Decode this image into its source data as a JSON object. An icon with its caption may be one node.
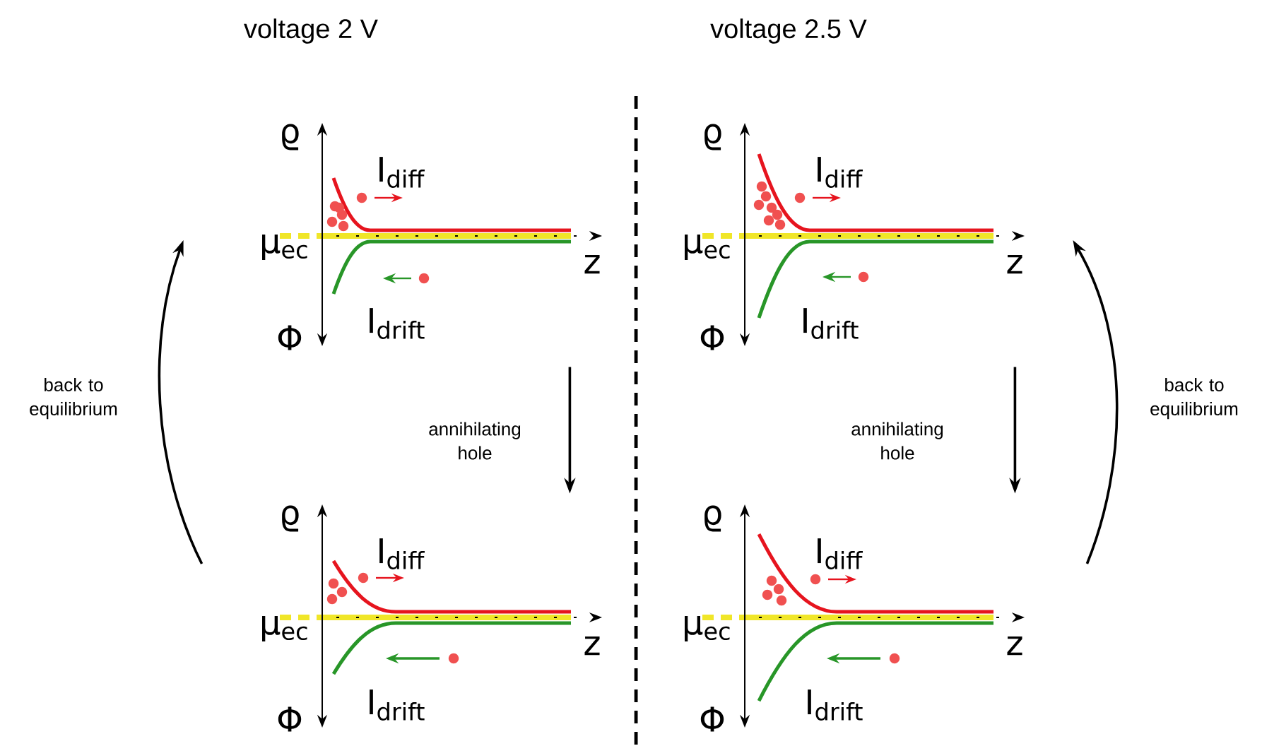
{
  "diagram": {
    "nodes": [
      {
        "text": [
          "ϱ",
          "I$_{diff}$",
          "μ$_{ec}$",
          "z",
          "I$_{drift}$",
          "Φ"
        ]
      },
      {
        "text": [
          "ϱ",
          "I$_{diff}$",
          "μ$_{ec}$",
          "z",
          "I$_{drift}$",
          "Φ"
        ]
      },
      {
        "text": [
          "ϱ",
          "I$_{diff}$",
          "μ$_{ec}$",
          "z",
          "I$_{drift}$",
          "Φ"
        ]
      },
      {
        "text": [
          "ϱ",
          "I$_{diff}$",
          "μ$_{ec}$",
          "z",
          "I$_{drift}$",
          "Φ"
        ]
      }
    ],
    "edges": [
      {
        "from": 0,
        "to": 2,
        "arrow": "to",
        "label": "annihilating hole"
      },
      {
        "from": 2,
        "to": 0,
        "arrow": "to",
        "label": "back to equilibrium"
      },
      {
        "from": 1,
        "to": 3,
        "arrow": "to",
        "label": "annihilating hole"
      },
      {
        "from": 3,
        "to": 1,
        "arrow": "to",
        "label": "back to equilibrium"
      }
    ],
    "labels": [
      "voltage 2 V",
      "voltage 2.5 V"
    ]
  }
}
